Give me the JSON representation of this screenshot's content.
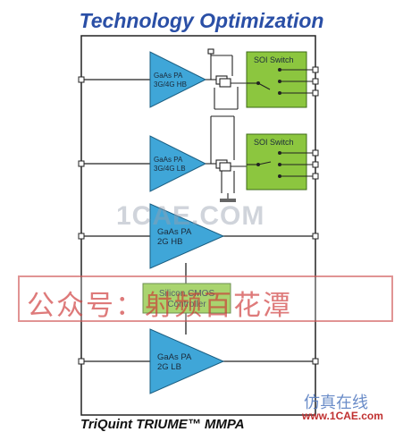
{
  "title": "Technology Optimization",
  "caption": "TriQuint TRIUME™ MMPA",
  "amplifiers": [
    {
      "line1": "GaAs PA",
      "line2": "3G/4G HB"
    },
    {
      "line1": "GaAs PA",
      "line2": "3G/4G LB"
    },
    {
      "line1": "GaAs PA",
      "line2": "2G HB"
    },
    {
      "line1": "GaAs PA",
      "line2": "2G LB"
    }
  ],
  "switches": [
    {
      "label": "SOI Switch"
    },
    {
      "label": "SOI Switch"
    }
  ],
  "controller": {
    "line1": "Silicon CMOS",
    "line2": "Controller"
  },
  "watermarks": {
    "site": "1CAE.COM",
    "wechat": "公众号：射频百花潭",
    "sim": "仿真在线",
    "site_url": "www.1CAE.com"
  },
  "colors": {
    "title": "#2a4fa6",
    "amplifier_fill": "#3fa6d8",
    "switch_fill": "#8cc63f",
    "line": "#222222"
  }
}
